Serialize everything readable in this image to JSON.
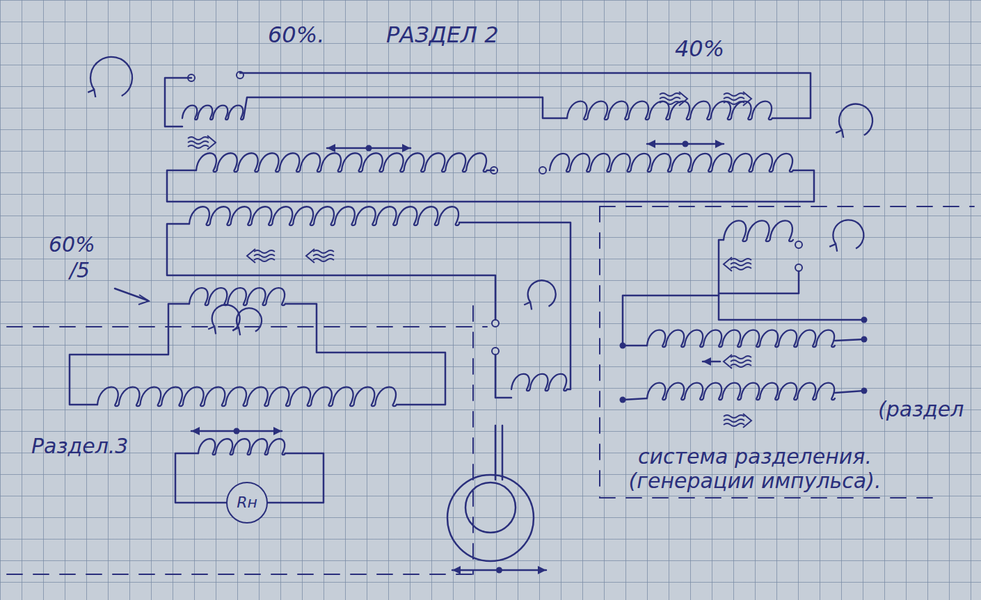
{
  "diagram": {
    "nodes": [
      {
        "text": [
          "Rн"
        ]
      }
    ],
    "labels": [
      "60%.",
      "РАЗДЕЛ 2",
      "40%",
      "60%",
      "/5",
      "Раздел.3",
      "(раздел",
      "система разделения. (генерации импульса)."
    ]
  }
}
